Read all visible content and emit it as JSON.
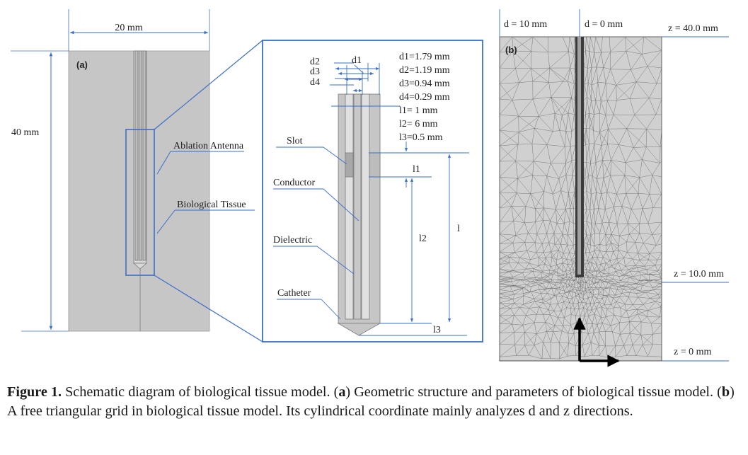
{
  "panel_a": {
    "label": "(a)",
    "width_dim": "20 mm",
    "height_dim": "40 mm",
    "callouts": [
      "Ablation Antenna",
      "Biological Tissue"
    ]
  },
  "zoom": {
    "dims": {
      "d2": "d2",
      "d1": "d1",
      "d3": "d3",
      "d4": "d4"
    },
    "params": [
      "d1=1.79 mm",
      "d2=1.19 mm",
      "d3=0.94 mm",
      "d4=0.29 mm",
      "l1= 1 mm",
      "l2= 6 mm",
      "l3=0.5 mm"
    ],
    "parts": [
      "Slot",
      "Conductor",
      "Dielectric",
      "Catheter"
    ],
    "l1": "l1",
    "l2": "l2",
    "l": "l",
    "l3": "l3"
  },
  "panel_b": {
    "label": "(b)",
    "d_left": "d = 10 mm",
    "d_right": "d = 0 mm",
    "z_top": "z = 40.0 mm",
    "z_mid": "z = 10.0 mm",
    "z_bottom": "z = 0 mm"
  },
  "caption": {
    "lead": "Figure 1.",
    "t1": " Schematic diagram of biological tissue model. (",
    "a": "a",
    "t2": ") Geometric structure and parameters of biological tissue model. (",
    "b": "b",
    "t3": ") A free triangular grid in biological tissue model. Its cylindrical coordinate mainly analyzes d and z directions."
  }
}
